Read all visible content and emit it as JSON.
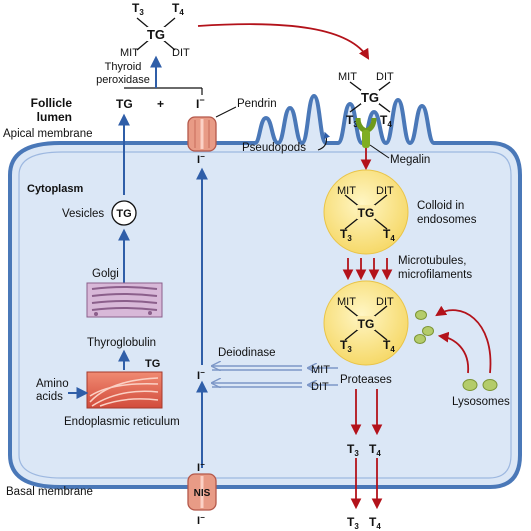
{
  "labels": {
    "follicle_lumen_line1": "Follicle",
    "follicle_lumen_line2": "lumen",
    "apical_membrane": "Apical membrane",
    "cytoplasm": "Cytoplasm",
    "basal_membrane": "Basal membrane",
    "thyroid_peroxidase_line1": "Thyroid",
    "thyroid_peroxidase_line2": "peroxidase",
    "pendrin": "Pendrin",
    "pseudopods": "Pseudopods",
    "megalin": "Megalin",
    "vesicles": "Vesicles",
    "golgi": "Golgi",
    "thyroglobulin": "Thyroglobulin",
    "amino_acids_line1": "Amino",
    "amino_acids_line2": "acids",
    "er": "Endoplasmic reticulum",
    "deiodinase": "Deiodinase",
    "proteases": "Proteases",
    "lysosomes": "Lysosomes",
    "colloid_line1": "Colloid in",
    "colloid_line2": "endosomes",
    "microtubules_line1": "Microtubules,",
    "microtubules_line2": "microfilaments",
    "nis": "NIS"
  },
  "symbols": {
    "tg": "TG",
    "mit": "MIT",
    "dit": "DIT",
    "t3": "T",
    "t3_sub": "3",
    "t4": "T",
    "t4_sub": "4",
    "iodide": "I",
    "minus": "−",
    "plus": "+"
  },
  "colors": {
    "cell_fill": "#dbe7f6",
    "membrane": "#4a78b8",
    "blue_arrow": "#2f5ea8",
    "red_arrow": "#b3121a",
    "colloid_fill": "#fbe58c",
    "lysosome_fill": "#b4cc6a",
    "golgi_fill": "#c7a0c7",
    "er_fill": "#e06a55",
    "channel_fill": "#e89b86"
  }
}
